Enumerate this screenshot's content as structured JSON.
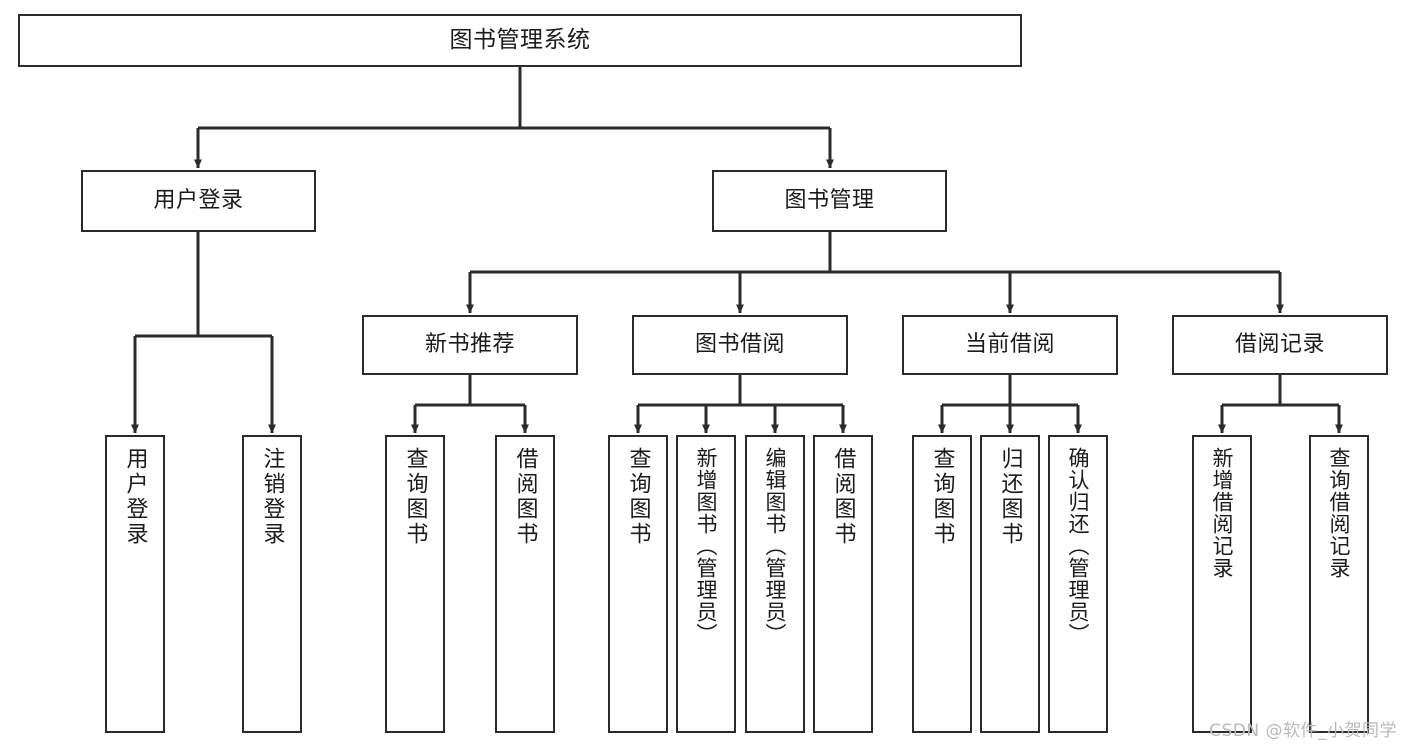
{
  "diagram": {
    "type": "tree-hierarchy",
    "title": "图书管理系统",
    "orientation": "top-down",
    "line_color": "#2b2b2b",
    "box_fill": "#ffffff",
    "box_border": "#2b2b2b",
    "text_color": "#1b1b1b"
  },
  "root": {
    "label": "图书管理系统"
  },
  "level2": [
    {
      "id": "user-login",
      "label": "用户登录"
    },
    {
      "id": "book-management",
      "label": "图书管理"
    }
  ],
  "level3": [
    {
      "id": "new-book-recommend",
      "label": "新书推荐",
      "parent": "book-management"
    },
    {
      "id": "book-borrow",
      "label": "图书借阅",
      "parent": "book-management"
    },
    {
      "id": "current-borrow",
      "label": "当前借阅",
      "parent": "book-management"
    },
    {
      "id": "borrow-record",
      "label": "借阅记录",
      "parent": "book-management"
    }
  ],
  "leaves": {
    "user_login": [
      {
        "id": "leaf-user-login",
        "label": "用户登录"
      },
      {
        "id": "leaf-logout-login",
        "label": "注销登录"
      }
    ],
    "new_book_recommend": [
      {
        "id": "leaf-query-book-1",
        "label": "查询图书"
      },
      {
        "id": "leaf-borrow-book-1",
        "label": "借阅图书"
      }
    ],
    "book_borrow": [
      {
        "id": "leaf-query-book-2",
        "label": "查询图书"
      },
      {
        "id": "leaf-add-book",
        "label": "新增图书（管理员）"
      },
      {
        "id": "leaf-edit-book",
        "label": "编辑图书（管理员）"
      },
      {
        "id": "leaf-borrow-book-2",
        "label": "借阅图书"
      }
    ],
    "current_borrow": [
      {
        "id": "leaf-query-book-3",
        "label": "查询图书"
      },
      {
        "id": "leaf-return-book",
        "label": "归还图书"
      },
      {
        "id": "leaf-confirm-return",
        "label": "确认归还（管理员）"
      }
    ],
    "borrow_record": [
      {
        "id": "leaf-add-record",
        "label": "新增借阅记录"
      },
      {
        "id": "leaf-query-record",
        "label": "查询借阅记录"
      }
    ]
  },
  "watermark": {
    "text": "CSDN @软件_小贺同学"
  }
}
